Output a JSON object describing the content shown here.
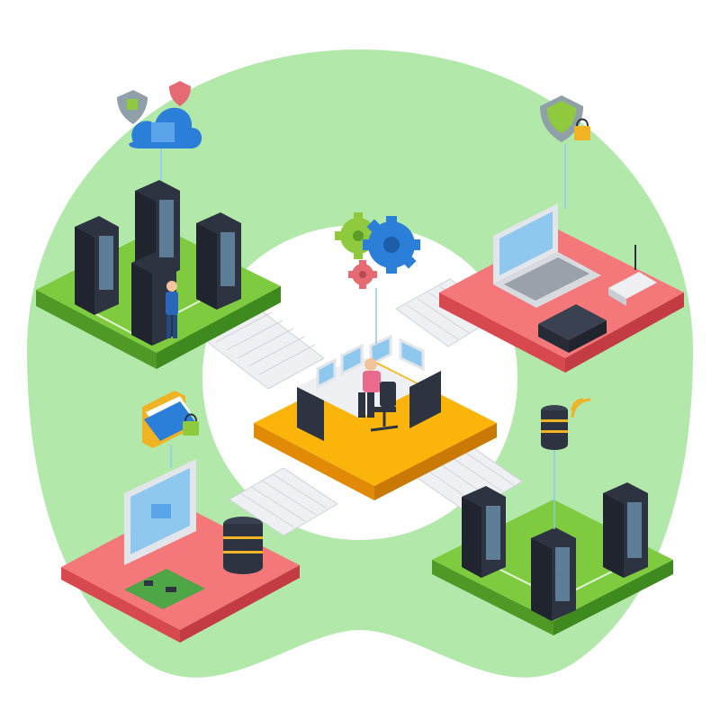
{
  "image": {
    "palette": {
      "background": "#ffffff",
      "blob": "#b2e9ab",
      "green_platform_top": "#7fcb3f",
      "green_platform_side": "#4f9a26",
      "red_platform_top": "#f4777a",
      "red_platform_side": "#d8484f",
      "center_platform_top": "#fbb40a",
      "center_platform_side": "#e08a06",
      "server": "#2d3340",
      "screen": "#8ec8ee",
      "gear_blue": "#2b7fd8",
      "gear_green": "#8fca3e",
      "gear_red": "#e56a72",
      "shield": "#90a0a8",
      "lock": "#f0b323"
    },
    "elements": [
      "background-blob",
      "staircase-walkways",
      "server-room-platform",
      "laptop-router-platform",
      "workstation-platform",
      "storage-servers-platform",
      "central-operator-platform",
      "gears-icon",
      "cloud-security-icon",
      "shield-lock-icon",
      "folder-lock-icon",
      "database-wifi-icon"
    ]
  }
}
